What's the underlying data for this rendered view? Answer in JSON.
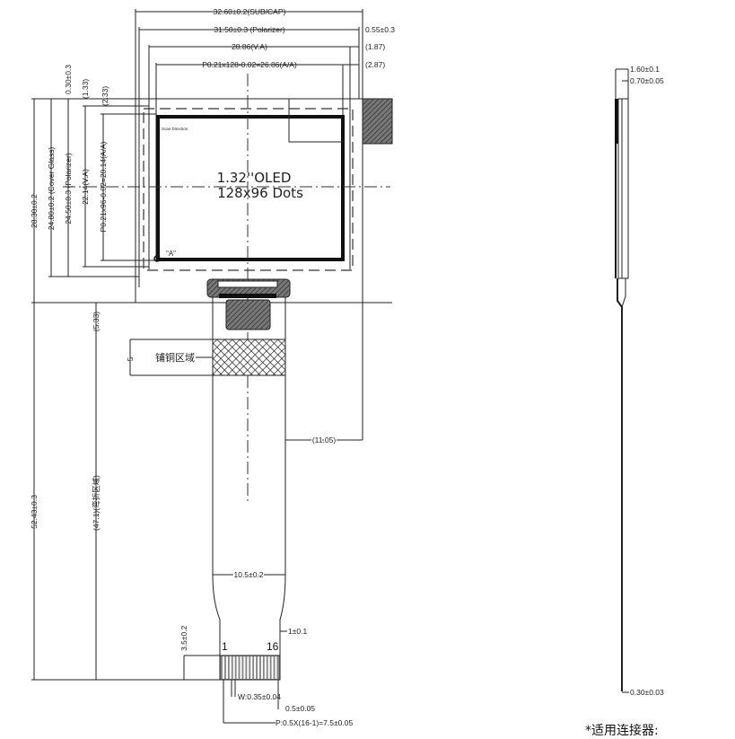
{
  "title": "1.32\" OLED module outline drawing",
  "display": {
    "line1": "1.32''OLED",
    "line2": "128x96  Dots",
    "scan_direction": "Scan Direction",
    "corner_mark": "\"A\""
  },
  "top_dims": {
    "sub_cap": "32.60±0.2(SUB/CAP)",
    "polarizer": "31.50±0.3 (Polarizer)",
    "va": "28.86(V.A)",
    "aa": "P0.21x128-0.02=26.86(A/A)",
    "offset1": "0.55±0.3",
    "offset2": "(1.87)",
    "offset3": "(2.87)"
  },
  "left_dims": {
    "height_total": "28.30±0.2",
    "cover_glass": "24.80±0.2 (Cover Glass)",
    "polarizer": "24.50±0.3 (Polarizer)",
    "va": "22.14(V.A)",
    "aa": "P0.21x96-0.02=20.14(A/A)",
    "offset1": "0.30±0.3",
    "offset2": "(1.33)",
    "offset3": "(2.33)",
    "fpc_offset": "(5.33)",
    "bend_area": "(47.1)(弯折区域)",
    "overall_length": "52.43±0.3",
    "small_mark": "5"
  },
  "fpc": {
    "copper_area": "铺铜区域",
    "tail_offset": "(11.05)",
    "tail_width": "10.5±0.2",
    "step": "1±0.1",
    "stiffener": "3.5±0.2",
    "pin_first": "1",
    "pin_last": "16",
    "pad_width": "W:0.35±0.04",
    "pad_gap": "0.5±0.05",
    "pitch": "P:0.5X(16-1)=7.5±0.05"
  },
  "side_view": {
    "thickness_total": "1.60±0.1",
    "thickness_glass": "0.70±0.05",
    "fpc_thickness": "0.30±0.03"
  },
  "note": "*适用连接器:"
}
